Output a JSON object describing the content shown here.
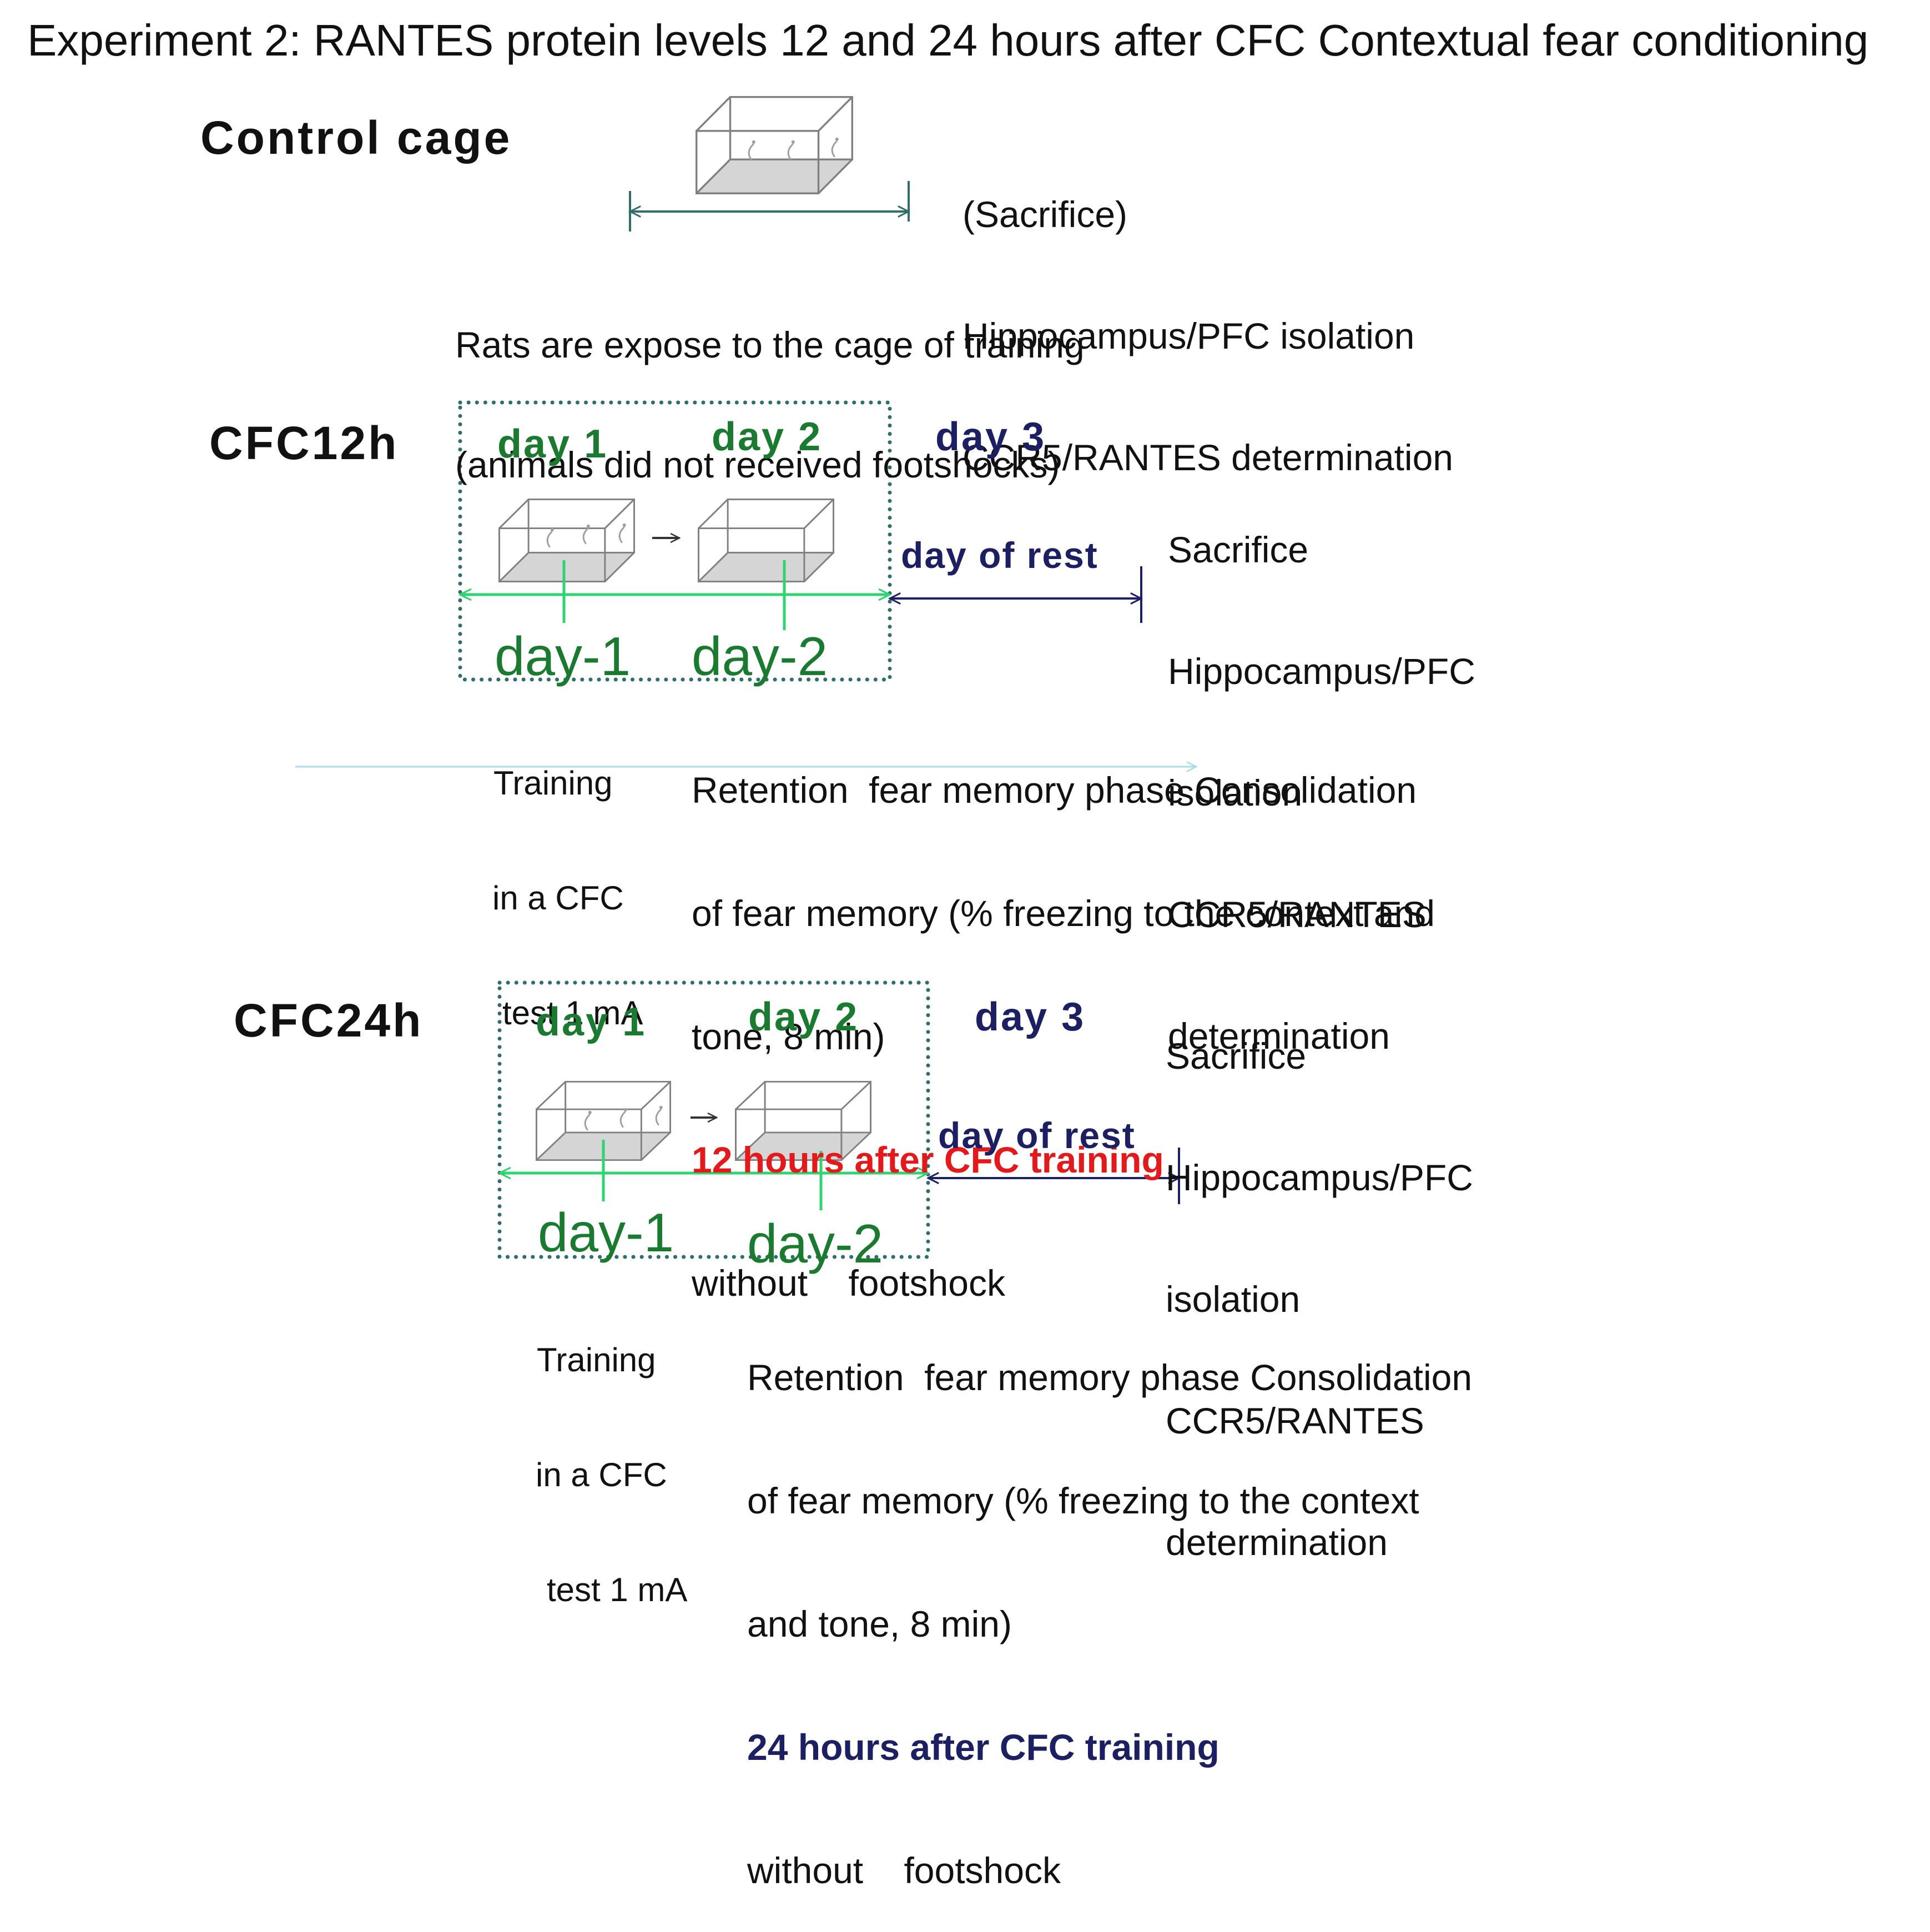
{
  "title": "Experiment 2: RANTES protein levels 12 and 24 hours after CFC Contextual fear conditioning",
  "control": {
    "label": "Control cage",
    "sacrifice_lines": [
      "(Sacrifice)",
      "Hippocampus/PFC isolation",
      "CCR5/RANTES determination"
    ],
    "caption_lines": [
      "Rats are expose to the cage of training",
      "(animals did not received footshocks)"
    ]
  },
  "cfc12h": {
    "label": "CFC12h",
    "day1": "day 1",
    "day2": "day 2",
    "day3": "day 3",
    "rest": "day of rest",
    "day1_marker": "day-1",
    "day2_marker": "day-2",
    "sacrifice_lines": [
      "Sacrifice",
      "Hippocampus/PFC",
      "isolation",
      "CCR5/RANTES",
      "determination"
    ],
    "training_lines": [
      "Training",
      "in a CFC",
      "test 1 mA"
    ],
    "retention_lines": [
      "Retention  fear memory phase Consolidation",
      "of fear memory (% freezing to the context and",
      "tone, 8 min)"
    ],
    "timing": "12 hours after CFC training",
    "footshock": "without    footshock"
  },
  "cfc24h": {
    "label": "CFC24h",
    "day1": "day 1",
    "day2": "day 2",
    "day3": "day 3",
    "rest": "day of rest",
    "day1_marker": "day-1",
    "day2_marker": "day-2",
    "sacrifice_lines": [
      "Sacrifice",
      "Hippocampus/PFC",
      "isolation",
      "CCR5/RANTES",
      "determination"
    ],
    "training_lines": [
      "Training",
      "in a CFC",
      "test 1 mA"
    ],
    "retention_lines": [
      "Retention  fear memory phase Consolidation",
      "of fear memory (% freezing to the context",
      "and tone, 8 min)"
    ],
    "timing": "24 hours after CFC training",
    "footshock": "without    footshock"
  },
  "icons": {
    "cage": "cage-icon",
    "animal": "mouse-icon"
  },
  "colors": {
    "text": "#111111",
    "teal": "#2f6e6b",
    "dark_green": "#1a7a30",
    "bright_green": "#2fd36f",
    "navy": "#1c2063",
    "red": "#e3191b",
    "light_blue": "#a8dde6",
    "cage_stroke": "#808080",
    "cage_floor": "#d5d5d5"
  }
}
